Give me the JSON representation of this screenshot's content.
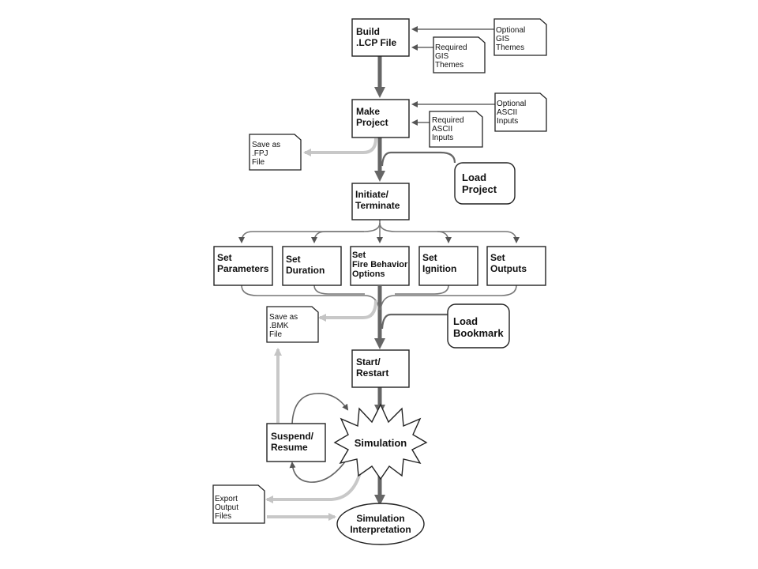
{
  "nodes": {
    "build_lcp": {
      "lines": [
        "Build",
        ".LCP File"
      ]
    },
    "optional_gis": {
      "lines": [
        "Optional",
        "GIS",
        "Themes"
      ]
    },
    "required_gis": {
      "lines": [
        "Required",
        "GIS",
        "Themes"
      ]
    },
    "make_project": {
      "lines": [
        "Make",
        "Project"
      ]
    },
    "optional_ascii": {
      "lines": [
        "Optional",
        "ASCII",
        "Inputs"
      ]
    },
    "required_ascii": {
      "lines": [
        "Required",
        "ASCII",
        "Inputs"
      ]
    },
    "save_fpj": {
      "lines": [
        "Save as",
        ".FPJ",
        "File"
      ]
    },
    "load_project": {
      "lines": [
        "Load",
        "Project"
      ]
    },
    "initiate": {
      "lines": [
        "Initiate/",
        "Terminate"
      ]
    },
    "set_parameters": {
      "lines": [
        "Set",
        "Parameters"
      ]
    },
    "set_duration": {
      "lines": [
        "Set",
        "Duration"
      ]
    },
    "set_fire_behavior": {
      "lines": [
        "Set",
        "Fire Behavior",
        "Options"
      ]
    },
    "set_ignition": {
      "lines": [
        "Set",
        "Ignition"
      ]
    },
    "set_outputs": {
      "lines": [
        "Set",
        "Outputs"
      ]
    },
    "save_bmk": {
      "lines": [
        "Save as",
        ".BMK",
        "File"
      ]
    },
    "load_bookmark": {
      "lines": [
        "Load",
        "Bookmark"
      ]
    },
    "start_restart": {
      "lines": [
        "Start/",
        "Restart"
      ]
    },
    "suspend_resume": {
      "lines": [
        "Suspend/",
        "Resume"
      ]
    },
    "simulation": {
      "lines": [
        "Simulation"
      ]
    },
    "export_output": {
      "lines": [
        "Export",
        "Output",
        "Files"
      ]
    },
    "sim_interpretation": {
      "lines": [
        "Simulation",
        "Interpretation"
      ]
    }
  }
}
